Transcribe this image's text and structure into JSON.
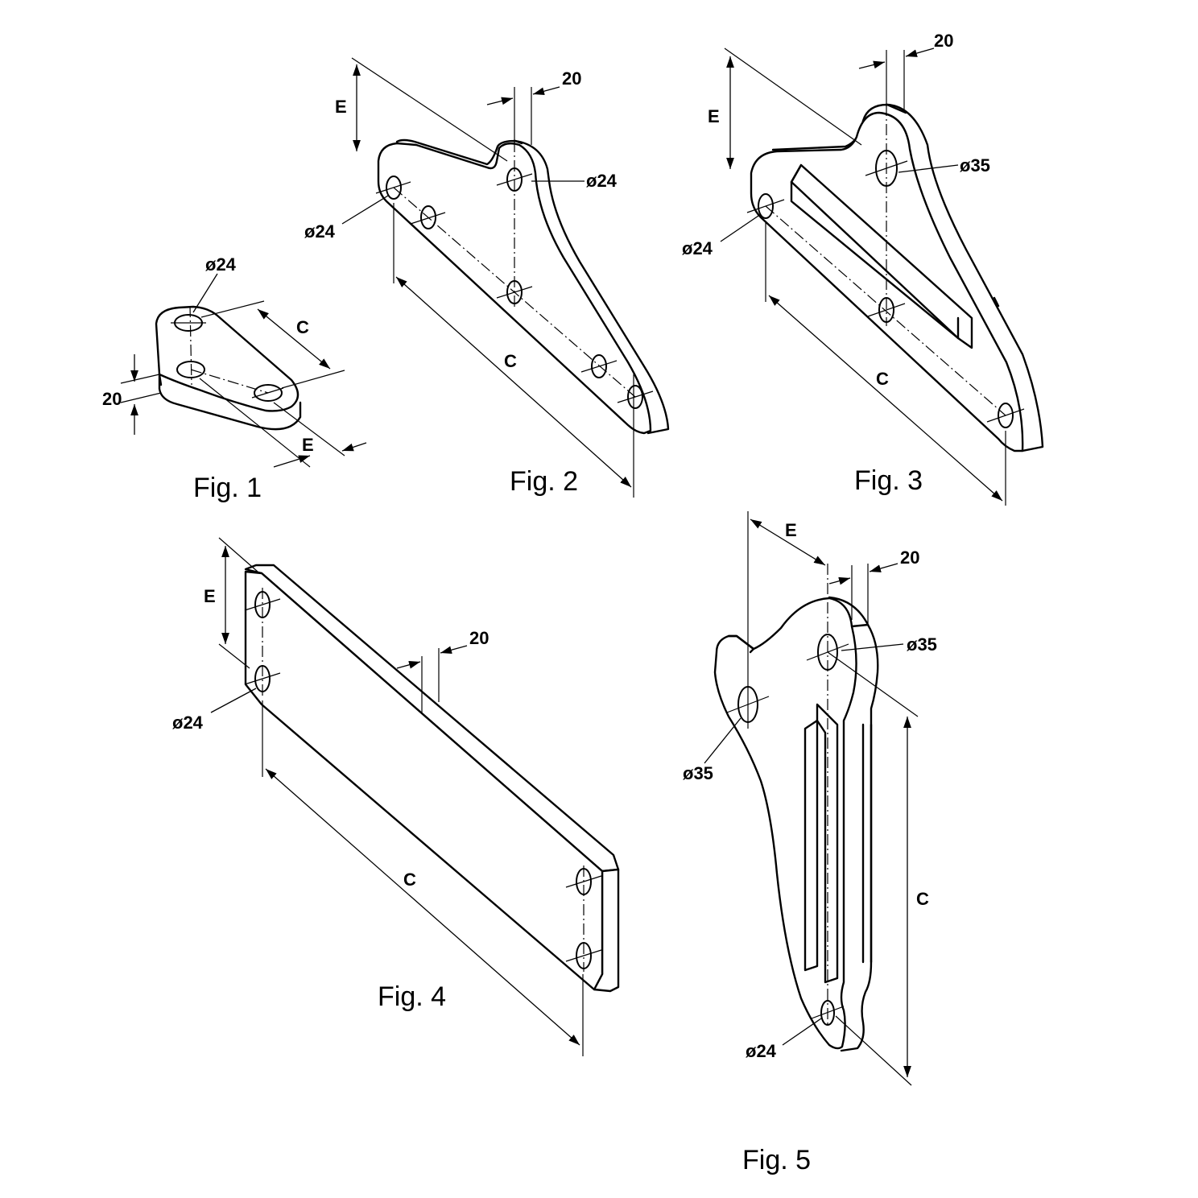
{
  "dimensions": {
    "thickness": "20",
    "length": "C",
    "offset": "E",
    "hole_small": "ø24",
    "hole_large": "ø35"
  },
  "figures": [
    {
      "label": "Fig. 1"
    },
    {
      "label": "Fig. 2"
    },
    {
      "label": "Fig. 3"
    },
    {
      "label": "Fig. 4"
    },
    {
      "label": "Fig. 5"
    }
  ]
}
